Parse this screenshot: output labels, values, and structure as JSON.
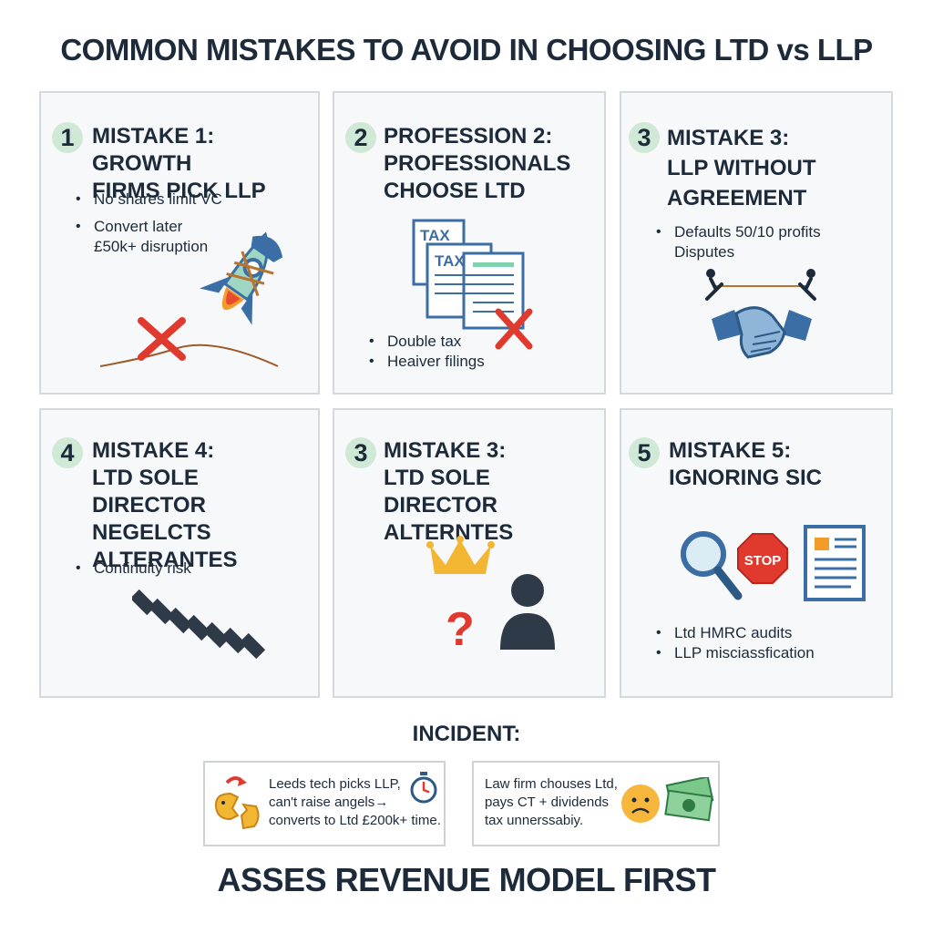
{
  "title": "COMMON MISTAKES TO AVOID IN CHOOSING LTD vs LLP",
  "cards": [
    {
      "number": "1",
      "heading": "MISTAKE 1: GROWTH\nFIRMS PICK LLP",
      "bullets": [
        "No shares limit VC",
        "Convert later\n£50k+ disruption"
      ],
      "illustration": "tied-rocket-icon"
    },
    {
      "number": "2",
      "heading": "PROFESSION 2:\nPROFESSIONALS\nCHOOSE LTD",
      "bullets": [
        "Double tax",
        "Heaiver filings"
      ],
      "illustration": "tax-documents-icon",
      "doc_labels": [
        "TAX",
        "TAX"
      ]
    },
    {
      "number": "3",
      "heading": "MISTAKE 3:\nLLP WITHOUT\nAGREEMENT",
      "bullets": [
        "Defaults 50/10 profits\nDisputes"
      ],
      "illustration": "handshake-tug-of-war-icon"
    },
    {
      "number": "4",
      "heading": "MISTAKE 4:\nLTD SOLE DIRECTOR\nNEGELCTS\nALTERANTES",
      "bullets": [
        "Continuity risk"
      ],
      "illustration": "falling-dominoes-icon"
    },
    {
      "number": "3",
      "heading": "MISTAKE 3:\nLTD SOLE DIRECTOR\nALTERNTES",
      "bullets": [],
      "illustration": "crown-question-person-icon"
    },
    {
      "number": "5",
      "heading": "MISTAKE 5:\nIGNORING SIC",
      "bullets": [
        "Ltd HMRC audits",
        "LLP miscіassfication"
      ],
      "illustration": "magnifier-stop-document-icon",
      "stop_label": "STOP"
    }
  ],
  "incident": {
    "title": "INCIDENT:",
    "cases": [
      {
        "text": "Leeds tech picks LLP,\ncan't raise angels→\nconverts to Ltd £200k+ time.",
        "icons": [
          "broken-piggy-bank-icon",
          "stopwatch-icon"
        ]
      },
      {
        "text": "Law firm chouses Ltd,\npays CT + dividends\ntax unnerssabiy.",
        "icons": [
          "sad-face-icon",
          "cash-icon"
        ]
      }
    ]
  },
  "footer": "ASSES REVENUE MODEL FIRST",
  "colors": {
    "badge": "#cfe9d6",
    "accent_red": "#e03a2f",
    "navy": "#1c2a3a",
    "blue": "#3a6ea5",
    "card_bg": "#f7f8f9"
  }
}
